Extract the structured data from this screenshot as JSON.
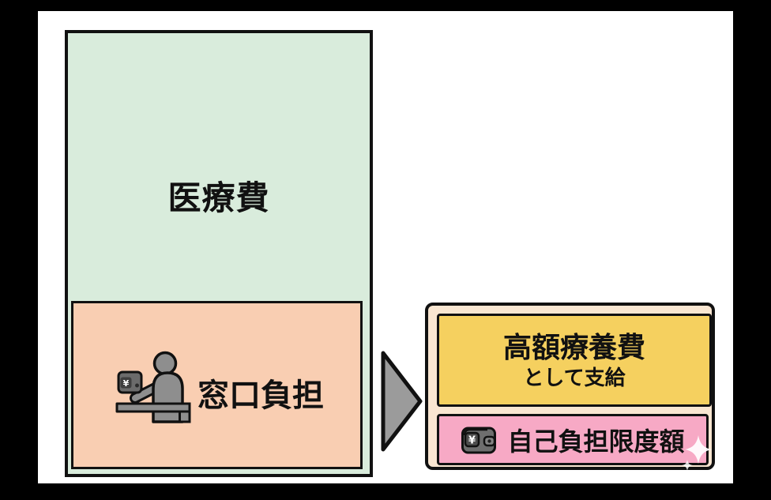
{
  "scene": {
    "background_color": "#000000",
    "canvas_color": "#ffffff",
    "outline_color": "#111111"
  },
  "diagram": {
    "medical_fee_box": {
      "label": "医療費",
      "fill": "#d9ecdc"
    },
    "copay_box": {
      "label": "窓口負担",
      "fill": "#f9ceb2",
      "icon": "person-paying-at-counter-icon"
    },
    "arrow": {
      "direction": "right",
      "fill": "#9b9b9b"
    },
    "result_panel": {
      "fill": "#f9e6d1",
      "benefit_box": {
        "title": "高額療養費",
        "subtitle": "として支給",
        "fill": "#f5d05f"
      },
      "limit_box": {
        "label": "自己負担限度額",
        "fill": "#f7a9c5",
        "icon": "wallet-icon"
      },
      "decoration": "sparkle-icon"
    },
    "icons": {
      "yen_symbol": "¥"
    }
  }
}
